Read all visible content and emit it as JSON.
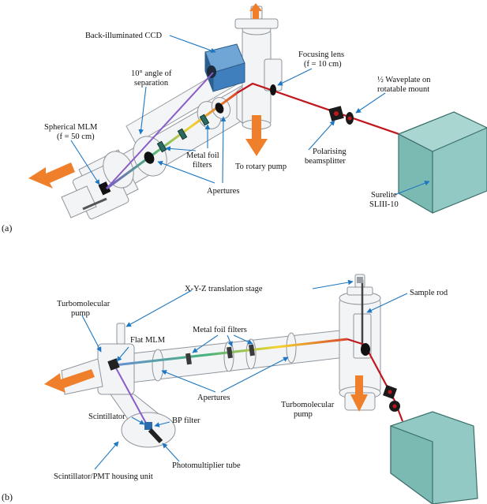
{
  "panels": {
    "a": {
      "tag": "(a)",
      "labels": {
        "ccd": "Back-illuminated CCD",
        "focus_1": "Focusing lens",
        "focus_2": "(f = 10 cm)",
        "wave_1": "½ Waveplate on",
        "wave_2": "rotatable mount",
        "angle_1": "10° angle of",
        "angle_2": "separation",
        "mlm_1": "Spherical MLM",
        "mlm_2": "(f = 50 cm)",
        "foil_1": "Metal foil",
        "foil_2": "filters",
        "pump": "To rotary pump",
        "pbs_1": "Polarising",
        "pbs_2": "beamsplitter",
        "apertures": "Apertures",
        "laser_1": "Surelite",
        "laser_2": "SLIII-10"
      }
    },
    "b": {
      "tag": "(b)",
      "labels": {
        "stage": "X-Y-Z translation stage",
        "turbo_left_1": "Turbomolecular",
        "turbo_left_2": "pump",
        "sample_rod": "Sample rod",
        "flat_mlm": "Flat MLM",
        "foils": "Metal foil filters",
        "apertures": "Apertures",
        "turbo_right_1": "Turbomolecular",
        "turbo_right_2": "pump",
        "scint": "Scintillator",
        "bp": "BP filter",
        "pmt": "Photomultiplier tube",
        "housing": "Scintillator/PMT housing unit"
      }
    }
  },
  "colors": {
    "beam": "#c0171d",
    "arrow": "#ef7f2a",
    "leader": "#1d77c2",
    "xuv": "#8a5cc7",
    "laser_body": "#92c9c4",
    "ccd_body": "#4f8fc9",
    "chamber_fill": "#f3f4f6",
    "chamber_line": "#8f959c"
  }
}
